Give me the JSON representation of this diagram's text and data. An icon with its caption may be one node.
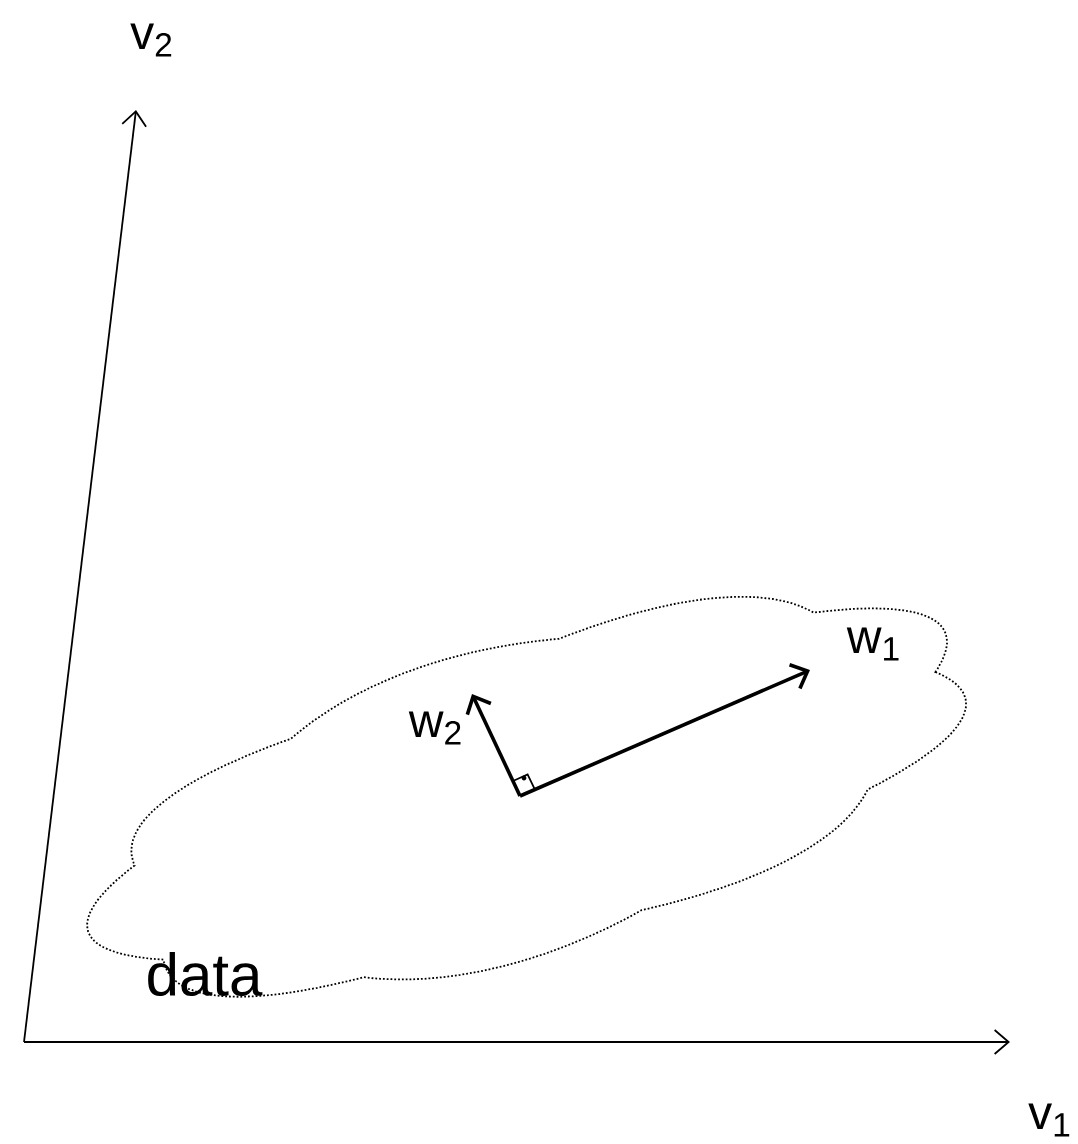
{
  "diagram": {
    "nodes": [
      {
        "text": [
          "data"
        ]
      }
    ],
    "edges": [],
    "labels": [
      "v$_{2}$",
      "w$_{1}$",
      "w$_{2}$",
      "v$_{1}$"
    ]
  }
}
